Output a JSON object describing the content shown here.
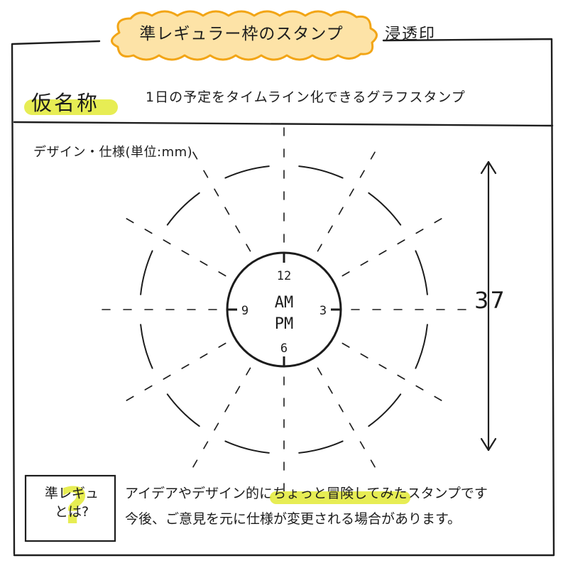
{
  "header": {
    "title": "準レギュラー枠のスタンプ",
    "subtitle": "浸透印"
  },
  "name_section": {
    "label": "仮名称",
    "value": "1日の予定をタイムライン化できるグラフスタンプ"
  },
  "spec_label": "デザイン・仕様(単位:mm)",
  "dial": {
    "hour_labels": {
      "top": "12",
      "right": "3",
      "bottom": "6",
      "left": "9"
    },
    "center_lines": [
      "AM",
      "PM"
    ]
  },
  "dimension": {
    "value": "37"
  },
  "note": {
    "box_label_line1": "準レギュ",
    "box_label_line2": "とは?",
    "line1_before": "アイデアやデザイン的に",
    "line1_highlight": "ちょっと冒険してみた",
    "line1_after": "スタンプです",
    "line2": "今後、ご意見を元に仕様が変更される場合があります。"
  },
  "colors": {
    "ink": "#1c1c1c",
    "highlight": "#e3ea36",
    "title_cloud_outline": "#f2a516",
    "title_cloud_fill": "#fde3a7"
  }
}
